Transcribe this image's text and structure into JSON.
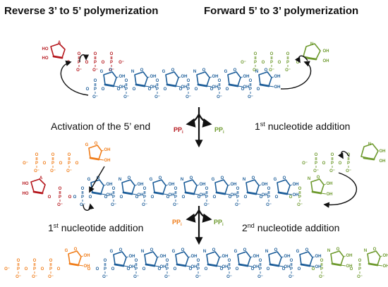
{
  "headings": {
    "reverse": "Reverse 3’ to 5’ polymerization",
    "forward": "Forward 5’ to 3’ polymerization"
  },
  "steps": {
    "activation": "Activation of the 5’ end",
    "first_forward": {
      "number": "1",
      "suffix": "st",
      "text": " nucleotide addition"
    },
    "first_reverse": {
      "number": "1",
      "suffix": "st",
      "text": " nucleotide addition"
    },
    "second_forward": {
      "number": "2",
      "suffix": "nd",
      "text": " nucleotide addition"
    }
  },
  "byproducts": {
    "ppi_label": "PP",
    "ppi_sub": "i"
  },
  "atoms": {
    "oh": "OH",
    "ho": "HO",
    "o_minus": "O⁻",
    "phosphorus": "P",
    "oxygen": "O",
    "nitrogen_base": "N",
    "guanine": "G",
    "adenine": "A"
  },
  "colors": {
    "red_reverse_monomer": "#b5171d",
    "orange_reverse_trimer": "#f07d1a",
    "blue_template": "#1c5d99",
    "green_forward": "#6e9a2e",
    "arrow_black": "#111111"
  }
}
